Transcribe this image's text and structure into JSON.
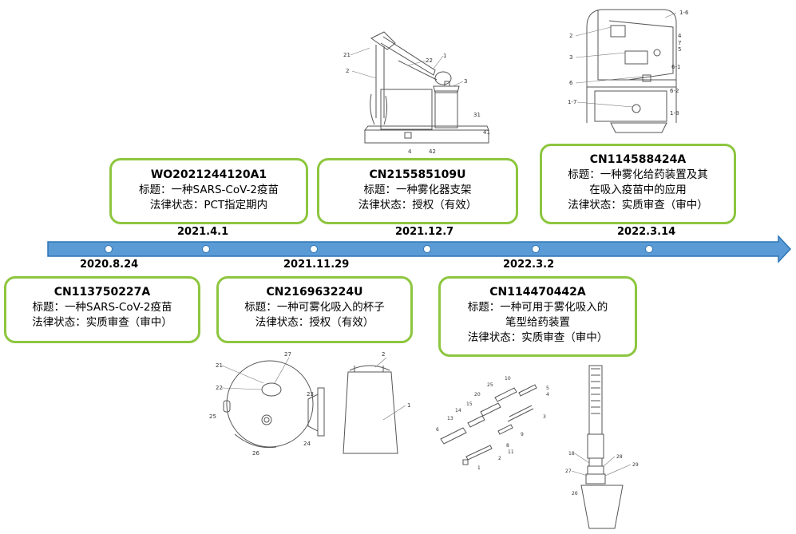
{
  "timeline": {
    "colors": {
      "arrow": "#5b9bd5",
      "arrow_border": "#2e75b6",
      "card_border": "#8dc63f"
    },
    "events": [
      {
        "date": "2020.8.24",
        "number": "CN113750227A",
        "title": "标题：一种SARS-CoV-2疫苗",
        "status": "法律状态：实质审查（审中）"
      },
      {
        "date": "2021.4.1",
        "number": "WO2021244120A1",
        "title": "标题：一种SARS-CoV-2疫苗",
        "status": "法律状态：PCT指定期内"
      },
      {
        "date": "2021.11.29",
        "number": "CN216963224U",
        "title": "标题：一种可雾化吸入的杯子",
        "status": "法律状态：授权（有效）"
      },
      {
        "date": "2021.12.7",
        "number": "CN215585109U",
        "title": "标题：一种雾化器支架",
        "status": "法律状态：授权（有效）"
      },
      {
        "date": "2022.3.2",
        "number": "CN114470442A",
        "title_line1": "标题：一种可用于雾化吸入的",
        "title_line2": "笔型给药装置",
        "status": "法律状态：实质审查（审中）"
      },
      {
        "date": "2022.3.14",
        "number": "CN114588424A",
        "title_line1": "标题：一种雾化给药装置及其",
        "title_line2": "在吸入疫苗中的应用",
        "status": "法律状态：实质审查（审中）"
      }
    ]
  },
  "figures": {
    "stand_labels": [
      "21",
      "22",
      "1",
      "2",
      "3",
      "31",
      "41",
      "4",
      "42"
    ],
    "device_labels": [
      "1-6",
      "2",
      "4",
      "7",
      "3",
      "5",
      "6-1",
      "6",
      "6-2",
      "1-7",
      "1-8"
    ],
    "cup_labels": [
      "27",
      "2",
      "21",
      "22",
      "23",
      "25",
      "1",
      "24",
      "26"
    ],
    "pen_labels": [
      "10",
      "25",
      "20",
      "15",
      "14",
      "13",
      "6",
      "8",
      "3",
      "4",
      "9",
      "11",
      "2",
      "1",
      "5"
    ],
    "pen_device_labels": [
      "18",
      "27",
      "28",
      "29",
      "26"
    ]
  }
}
